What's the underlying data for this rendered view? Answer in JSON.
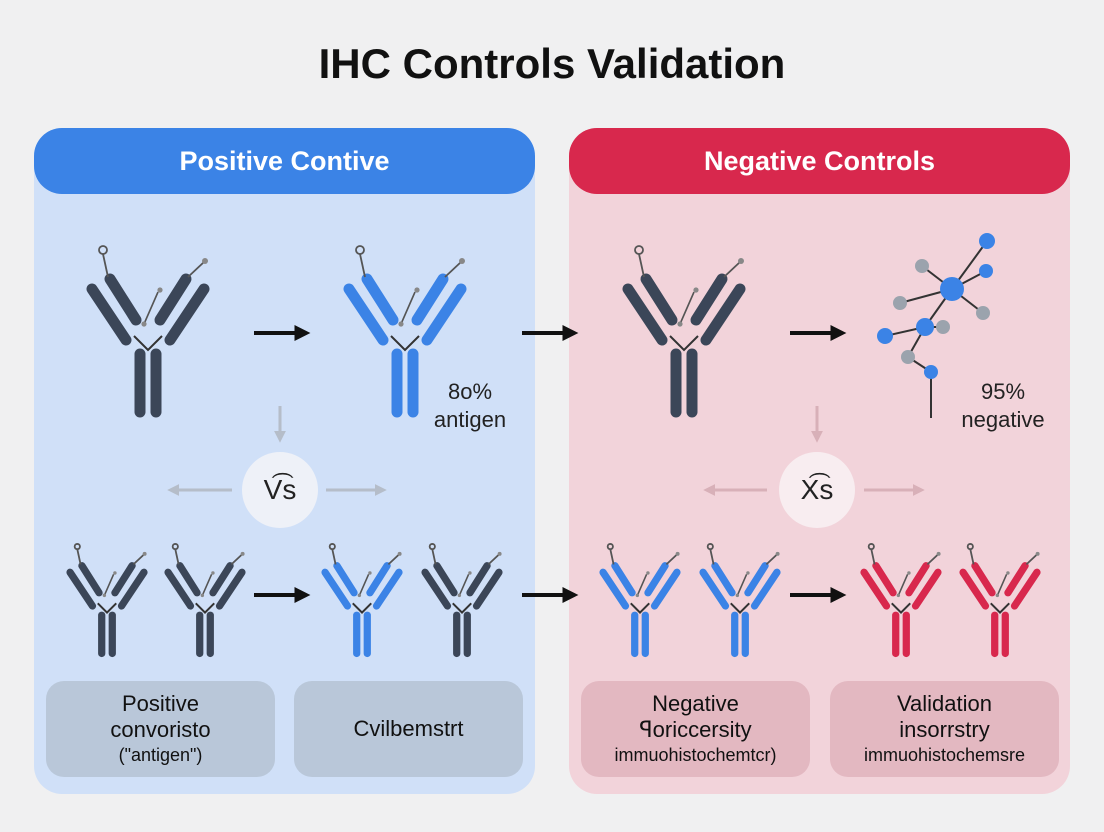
{
  "title": "IHC Controls Validation",
  "colors": {
    "positive_header": "#3b83e6",
    "negative_header": "#d8284d",
    "positive_panel": "#d0e0f8",
    "negative_panel": "#f2d3da",
    "antibody_dark": "#3b4658",
    "antibody_blue": "#3b83e6",
    "antibody_red": "#d8284d"
  },
  "positive": {
    "header": "Positive Contive",
    "percent_value": "8o%",
    "percent_label": "antigen",
    "vs_label": "V͡s",
    "box_left": {
      "line1": "Positive",
      "line2": "convoristo",
      "line3": "(\"antigen\")"
    },
    "box_right": {
      "line1": "Cvilbemstrt"
    }
  },
  "negative": {
    "header": "Negative Controls",
    "percent_value": "95%",
    "percent_label": "negative",
    "vs_label": "X͡s",
    "box_left": {
      "line1": "Negative",
      "line2": "ꟼoriccersity",
      "line3": "immuohistochemtcr)"
    },
    "box_right": {
      "line1": "Validation",
      "line2": "insorrstry",
      "line3": "immuohistochemsre"
    }
  }
}
